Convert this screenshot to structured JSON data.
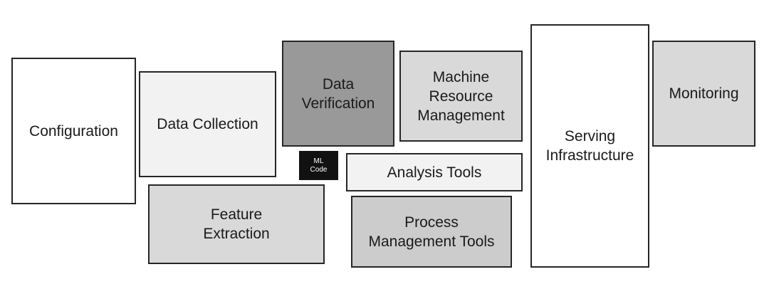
{
  "boxes": {
    "configuration": {
      "lines": [
        "Configuration"
      ]
    },
    "data_collection": {
      "lines": [
        "Data Collection"
      ]
    },
    "data_verification": {
      "lines": [
        "Data",
        "Verification"
      ]
    },
    "machine_resource_management": {
      "lines": [
        "Machine",
        "Resource",
        "Management"
      ]
    },
    "serving_infrastructure": {
      "lines": [
        "Serving",
        "Infrastructure"
      ]
    },
    "monitoring": {
      "lines": [
        "Monitoring"
      ]
    },
    "analysis_tools": {
      "lines": [
        "Analysis Tools"
      ]
    },
    "feature_extraction": {
      "lines": [
        "Feature",
        "Extraction"
      ]
    },
    "process_management_tools": {
      "lines": [
        "Process",
        "Management Tools"
      ]
    },
    "ml_code": {
      "lines": [
        "ML",
        "Code"
      ]
    }
  },
  "colors": {
    "border": "#262626",
    "white": "#ffffff",
    "light_gray": "#f2f2f2",
    "medium_gray": "#d9d9d9",
    "process_gray": "#cccccc",
    "dark_gray": "#999999",
    "ml_code_black": "#111111"
  }
}
